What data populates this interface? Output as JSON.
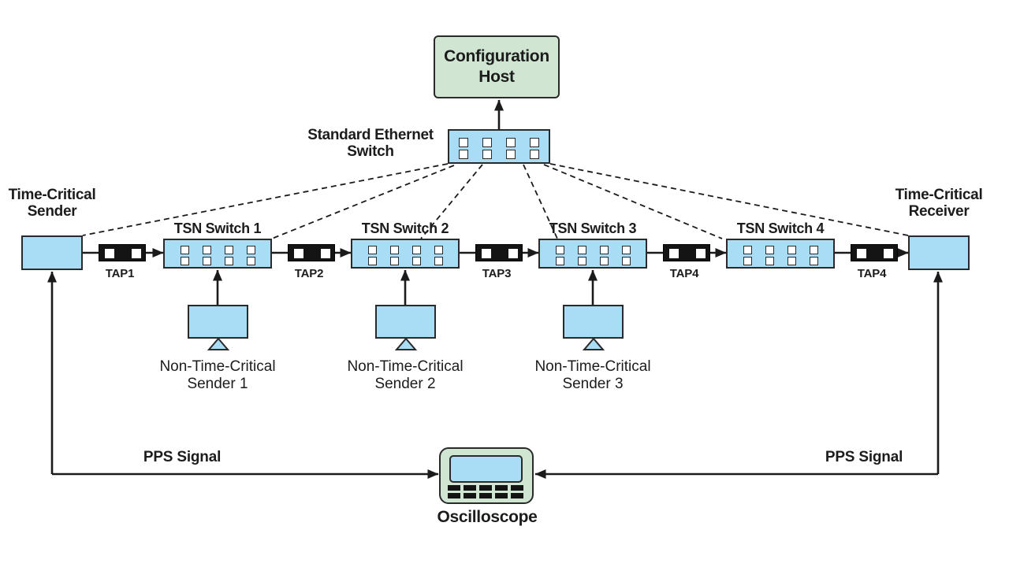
{
  "labels": {
    "config_host": [
      "Configuration",
      "Host"
    ],
    "ethernet_switch": [
      "Standard Ethernet",
      "Switch"
    ],
    "sender": [
      "Time-Critical",
      "Sender"
    ],
    "receiver": [
      "Time-Critical",
      "Receiver"
    ],
    "oscilloscope": "Oscilloscope",
    "pps_left": "PPS Signal",
    "pps_right": "PPS Signal"
  },
  "tsn_switches": [
    {
      "label": "TSN Switch 1"
    },
    {
      "label": "TSN Switch 2"
    },
    {
      "label": "TSN Switch 3"
    },
    {
      "label": "TSN Switch 4"
    }
  ],
  "taps": [
    {
      "label": "TAP1"
    },
    {
      "label": "TAP2"
    },
    {
      "label": "TAP3"
    },
    {
      "label": "TAP4"
    },
    {
      "label": "TAP4"
    }
  ],
  "ntc_senders": [
    {
      "line1": "Non-Time-Critical",
      "line2": "Sender 1"
    },
    {
      "line1": "Non-Time-Critical",
      "line2": "Sender 2"
    },
    {
      "line1": "Non-Time-Critical",
      "line2": "Sender 3"
    }
  ],
  "colors": {
    "node_blue": "#a8ddf5",
    "host_green": "#d0e6d2",
    "tap_black": "#141414",
    "line_color": "#1b1b1b",
    "outline": "#2a2a2a",
    "text_color": "#1c1c1c"
  }
}
